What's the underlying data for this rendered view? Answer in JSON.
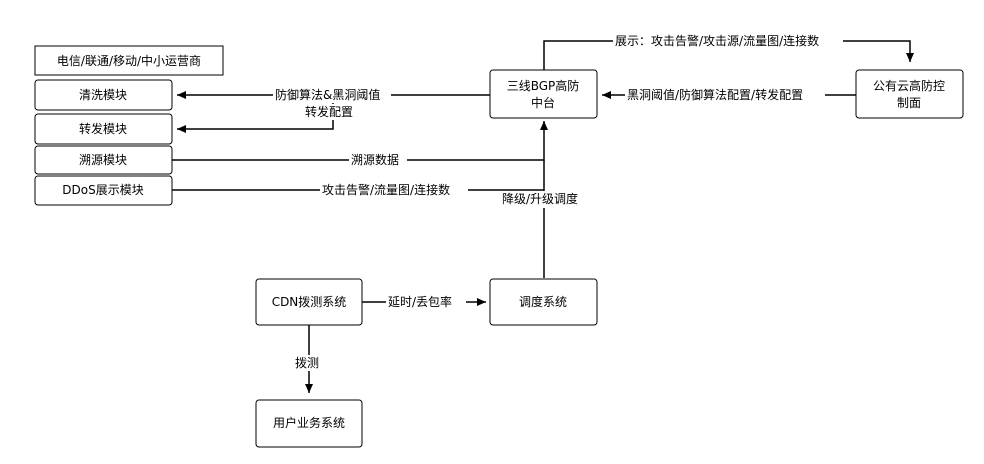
{
  "nodes": {
    "carriers": "电信/联通/移动/中小运营商",
    "cleaning": "清洗模块",
    "forwarding": "转发模块",
    "traceback": "溯源模块",
    "ddos_display": "DDoS展示模块",
    "bgp_line1": "三线BGP高防",
    "bgp_line2": "中台",
    "cloud_line1": "公有云高防控",
    "cloud_line2": "制面",
    "cdn_probe": "CDN拨测系统",
    "scheduler": "调度系统",
    "user_business": "用户业务系统"
  },
  "edges": {
    "display": "展示：攻击告警/攻击源/流量图/连接数",
    "blackhole_config": "黑洞阈值/防御算法配置/转发配置",
    "defense_algo": "防御算法&黑洞阈值",
    "forward_config": "转发配置",
    "traceback_data": "溯源数据",
    "attack_alert": "攻击告警/流量图/连接数",
    "downgrade": "降级/升级调度",
    "latency": "延时/丢包率",
    "probe": "拨测"
  },
  "colors": {
    "stroke": "#000000",
    "background": "#ffffff"
  }
}
